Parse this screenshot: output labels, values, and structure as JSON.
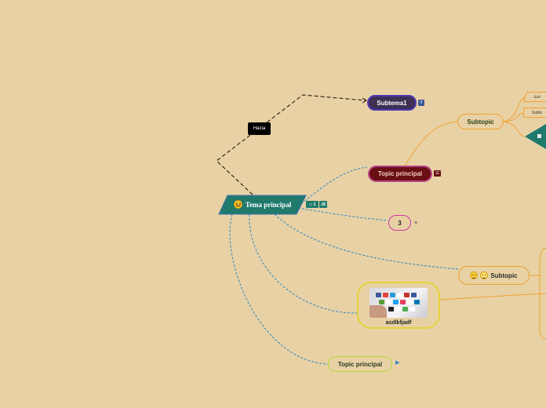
{
  "main_topic": {
    "label": "Tema principal",
    "emoji": "smirk-face-icon",
    "color": "#1f7a6c"
  },
  "nodes": {
    "hacia": "Hacia",
    "subtema1": "Subtema1",
    "topic_principal_red": "Topic principal",
    "subtopic_top": "Subtopic",
    "three": "3",
    "subtopic_smiles": "Subtopic",
    "image_caption": "asdlkfjadf",
    "topic_principal_green": "Topic principal",
    "edge_sub_a": "Sub",
    "edge_sub_b": "Subto"
  },
  "icons": {
    "facebook": "facebook-icon",
    "list_red": "list-icon",
    "comment": "comment-icon",
    "comment_count": "1",
    "js": "JS",
    "lines": "≡",
    "play": "▶"
  },
  "colors": {
    "background": "#e8d2a5",
    "main": "#1f7a6c",
    "subtema": "#3e2f55",
    "topic_red": "#6a0f12",
    "orange_link": "#f0a030",
    "blue_dashed": "#2f86c5"
  }
}
